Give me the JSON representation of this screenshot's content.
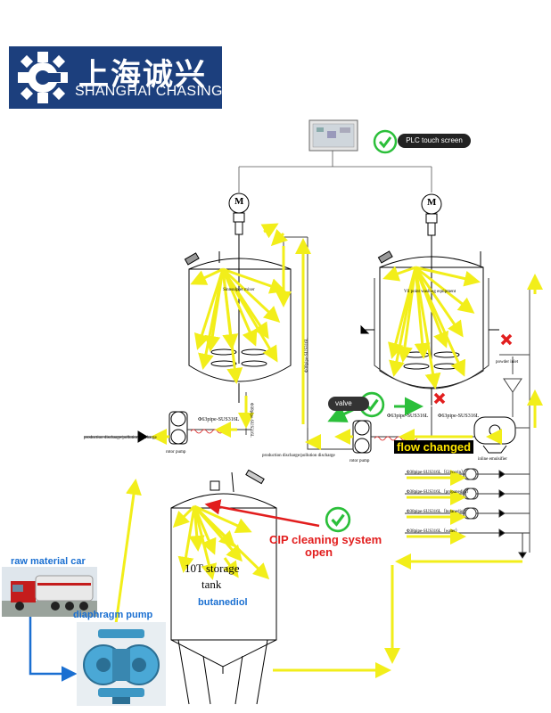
{
  "logo": {
    "name_cn": "上海诚兴",
    "name_en": "SHANGHAI CHASING"
  },
  "plc": {
    "label": "PLC touch screen"
  },
  "motors": {
    "left": "M",
    "right": "M"
  },
  "tanks": {
    "left_inner_label": "Sinnsulpter mixer",
    "right_inner_label": "Vll point washing equipment",
    "storage_label_line1": "10T storage",
    "storage_label_line2": "tank",
    "storage_content": "butanediol"
  },
  "pipes": {
    "left_vertical": "Φ38pipe-SUS316L",
    "middle_vertical": "Φ38pipe-SUS316L",
    "left_horizontal": "Φ63pipe-SUS316L",
    "mid_horizontal_1": "Φ63pipe-SUS316L",
    "mid_horizontal_2": "Φ63pipe-SUS316L"
  },
  "equipment": {
    "rotor_pump_left": "rotor pump",
    "rotor_pump_mid": "rotor pump",
    "powder_inlet": "powder inlet",
    "inline_emulsifier": "inline emulsifier"
  },
  "discharge": {
    "left": "production discharge/pollution discharge",
    "mid": "production discharge/pollution discharge"
  },
  "inlets": [
    {
      "label": "Φ38pipe-SUS316L（Glycerin）"
    },
    {
      "label": "Φ38pipe-SUS316L（propanediol）"
    },
    {
      "label": "Φ38pipe-SUS316L（butanediol）"
    },
    {
      "label": "Φ38pipe-SUS316L（water）"
    }
  ],
  "annotations": {
    "valve": "valve",
    "flow_changed": "flow changed",
    "cip_line1": "CIP cleaning system",
    "cip_line2": "open",
    "raw_material_car": "raw material car",
    "diaphragm_pump": "diaphragm pump"
  },
  "colors": {
    "logo_blue": "#1c3f7d",
    "arrow_yellow": "#f2ee1a",
    "check_green": "#2bbf3a",
    "alert_red": "#e21e1e",
    "label_blue": "#1a6fd1"
  },
  "icons": [
    "logo-gear-icon",
    "check-icon",
    "cross-icon",
    "motor-icon",
    "pump-icon"
  ]
}
